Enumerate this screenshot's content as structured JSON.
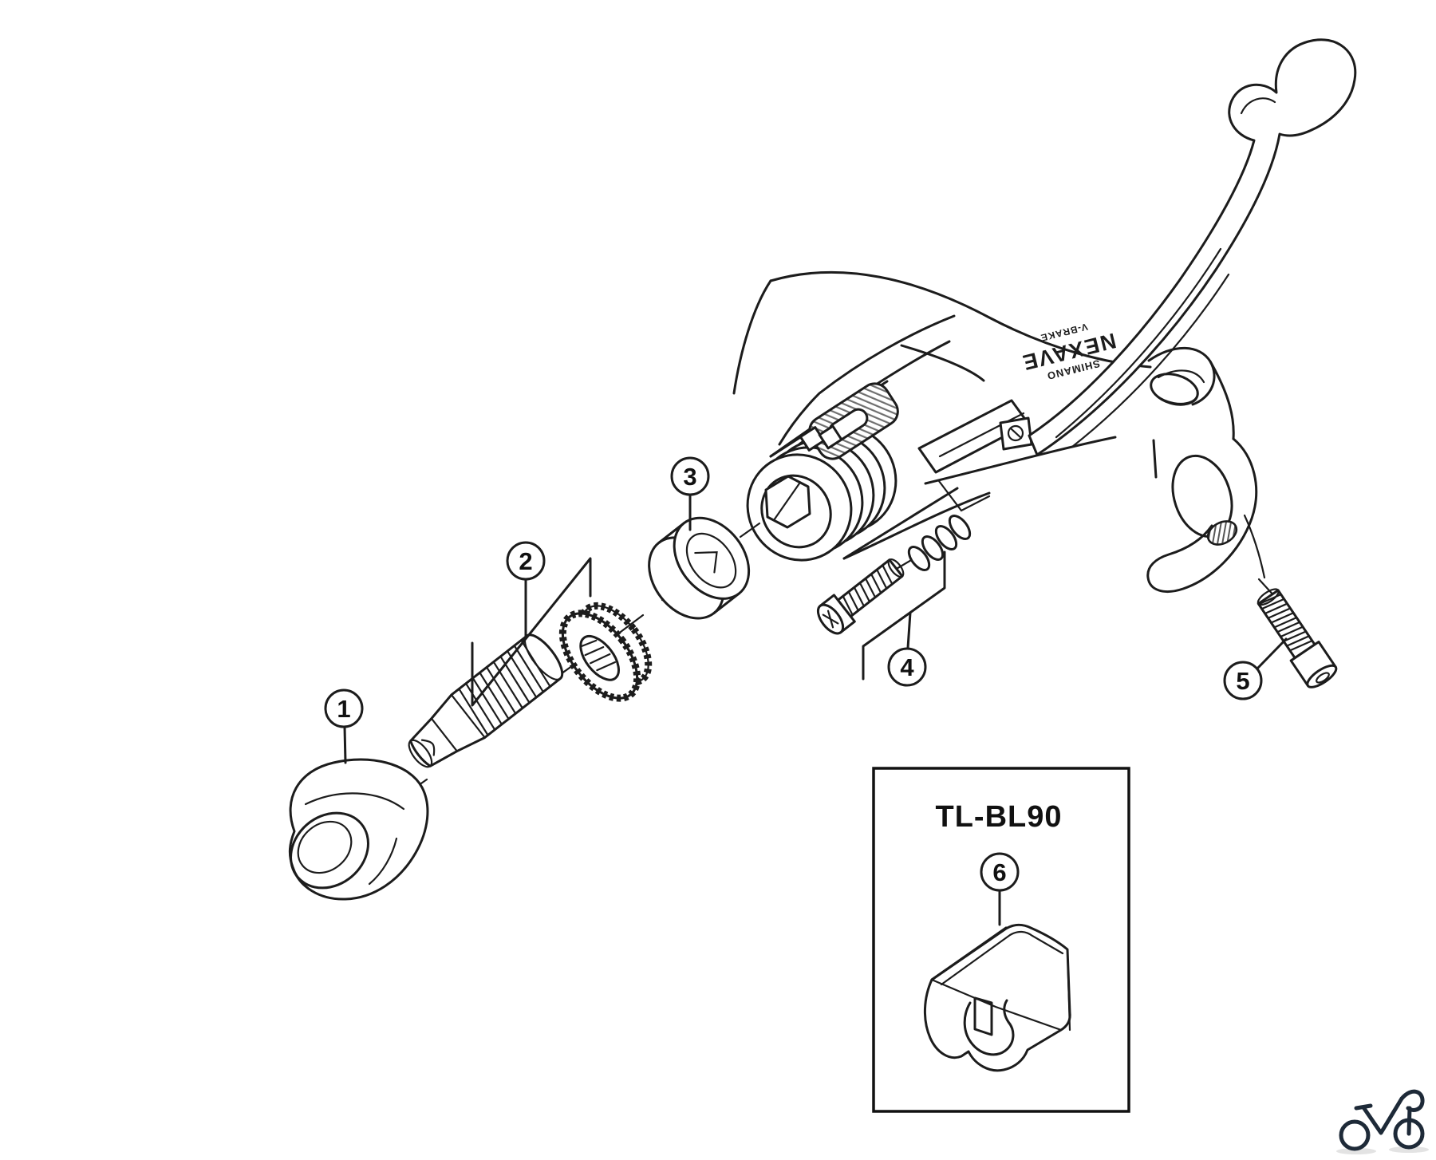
{
  "figure": {
    "kind": "exploded-parts-diagram",
    "brand_text": {
      "brand": "SHIMANO",
      "model": "NEXAVE",
      "variant": "V-BRAKE"
    },
    "tool_box": {
      "label": "TL-BL90"
    },
    "callouts": [
      {
        "number": "1"
      },
      {
        "number": "2"
      },
      {
        "number": "3"
      },
      {
        "number": "4"
      },
      {
        "number": "5"
      },
      {
        "number": "6"
      }
    ],
    "colors": {
      "background": "#ffffff",
      "line": "#1c1c1c",
      "hatch": "#6f6f6f",
      "logo": "#1e2a38",
      "shadow": "#c8c8c8"
    }
  }
}
